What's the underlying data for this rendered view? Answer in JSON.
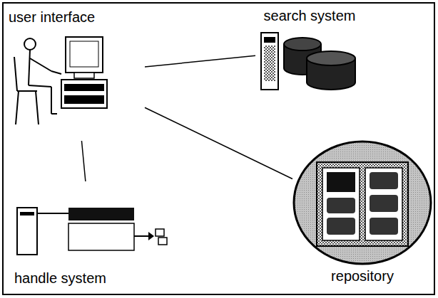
{
  "diagram": {
    "nodes": [
      {
        "text": [
          "user interface"
        ]
      },
      {
        "text": [
          "search system"
        ]
      },
      {
        "text": [
          "handle system"
        ]
      },
      {
        "text": [
          "repository"
        ]
      }
    ],
    "edges": [
      {
        "from": 0,
        "to": 1,
        "arrow": "none"
      },
      {
        "from": 0,
        "to": 2,
        "arrow": "none"
      },
      {
        "from": 0,
        "to": 3,
        "arrow": "none"
      }
    ]
  }
}
